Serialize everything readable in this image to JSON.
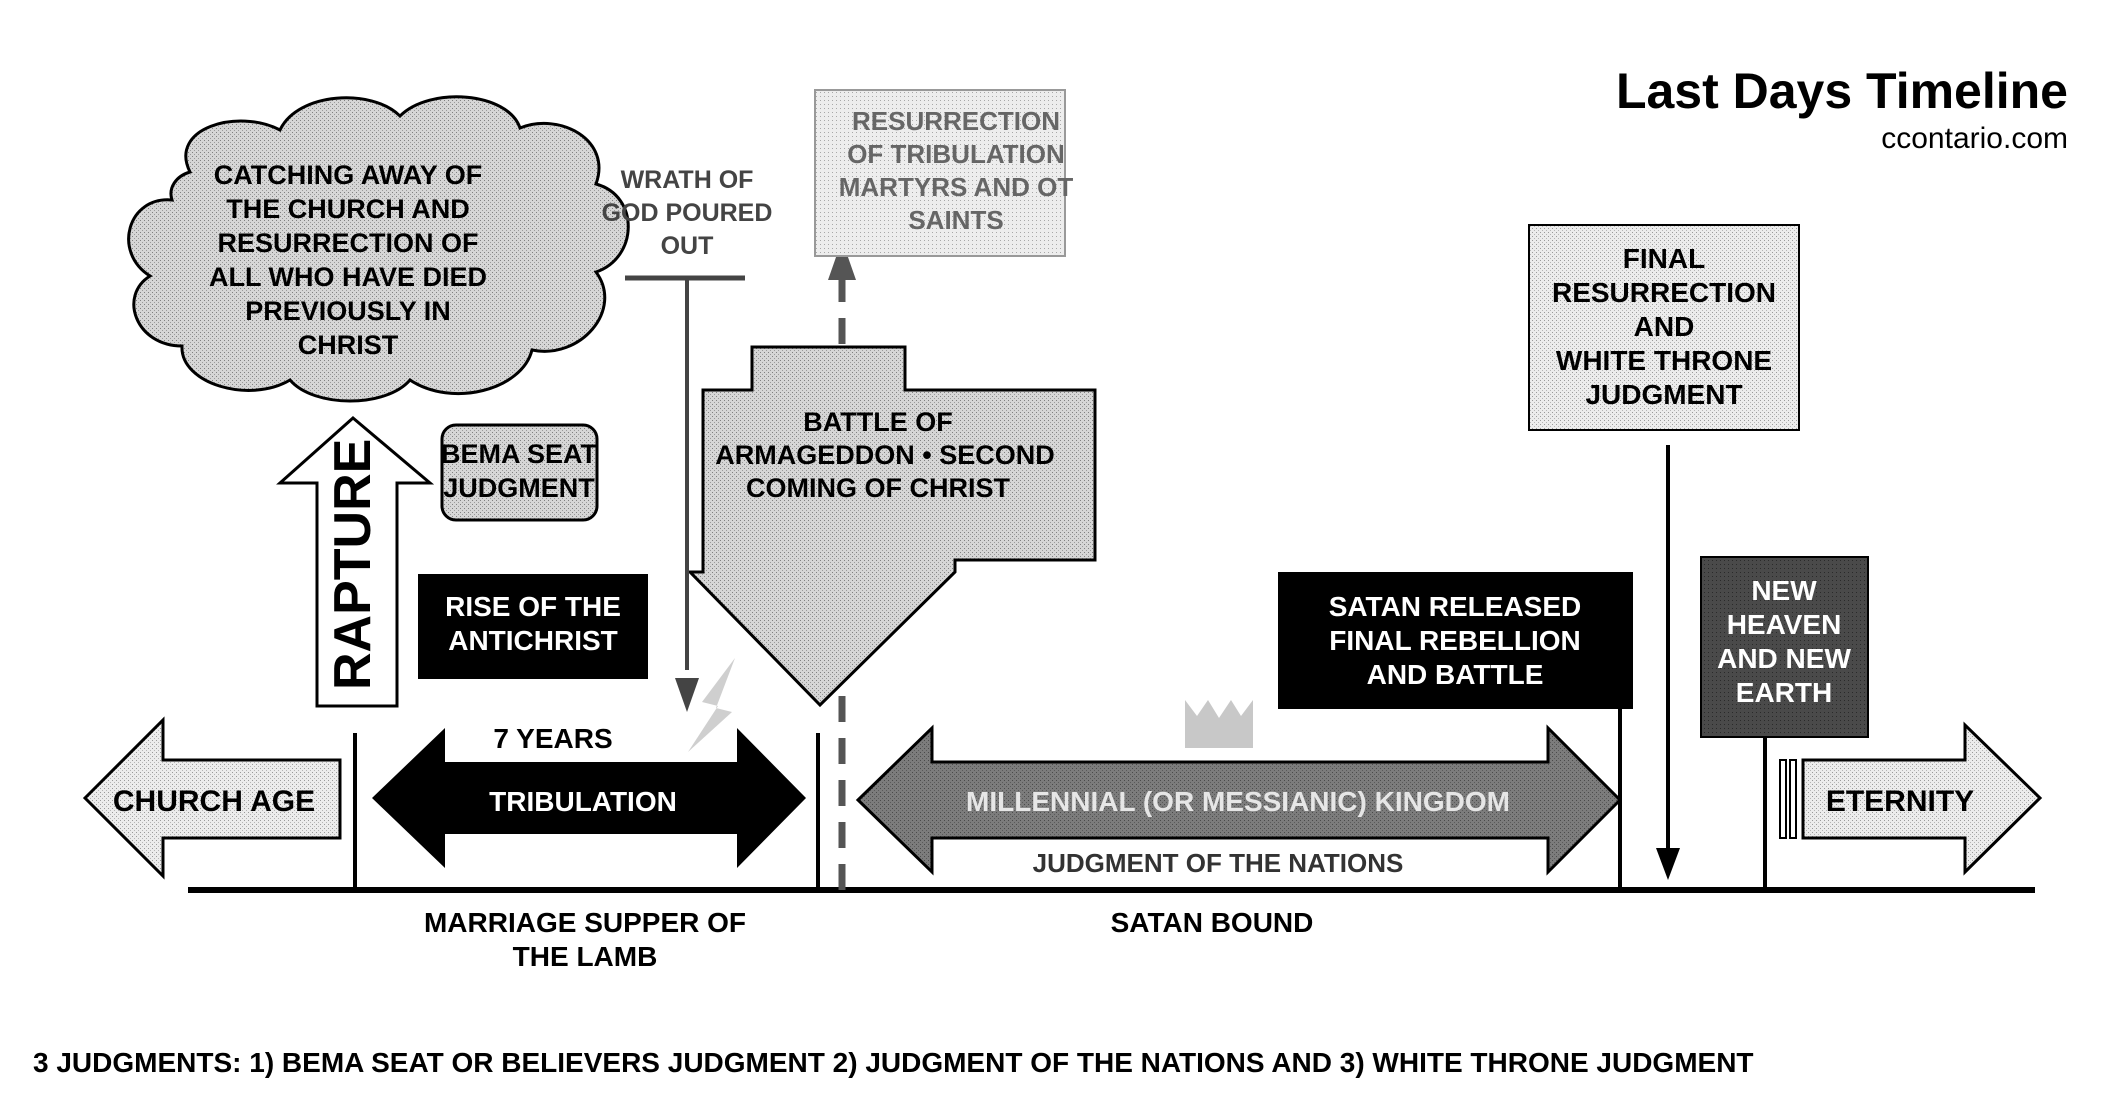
{
  "title": "Last Days Timeline",
  "subtitle": "ccontario.com",
  "colors": {
    "black": "#000000",
    "light_fill": "#e8e8e8",
    "mid_fill": "#d4d4d4",
    "dark_fill": "#444444",
    "millennial_fill": "#7a7a7a",
    "gray_text": "#555555",
    "crown": "#c8c8c8",
    "lightning": "#cfcfcf"
  },
  "labels": {
    "rapture_cloud": [
      "CATCHING AWAY OF",
      "THE CHURCH AND",
      "RESURRECTION OF",
      "ALL WHO HAVE DIED",
      "PREVIOUSLY IN",
      "CHRIST"
    ],
    "rapture": "RAPTURE",
    "bema": [
      "BEMA SEAT",
      "JUDGMENT"
    ],
    "wrath": [
      "WRATH OF",
      "GOD POURED",
      "OUT"
    ],
    "resurrection_martyrs": [
      "RESURRECTION",
      "OF TRIBULATION",
      "MARTYRS AND OT",
      "SAINTS"
    ],
    "armageddon": [
      "BATTLE OF",
      "ARMAGEDDON • SECOND",
      "COMING OF CHRIST"
    ],
    "antichrist": [
      "RISE OF THE",
      "ANTICHRIST"
    ],
    "final_resurrection": [
      "FINAL",
      "RESURRECTION",
      "AND",
      "WHITE THRONE",
      "JUDGMENT"
    ],
    "satan_released": [
      "SATAN RELEASED",
      "FINAL REBELLION",
      "AND BATTLE"
    ],
    "new_heaven": [
      "NEW",
      "HEAVEN",
      "AND NEW",
      "EARTH"
    ],
    "church_age": "CHURCH AGE",
    "seven_years": "7 YEARS",
    "tribulation": "TRIBULATION",
    "millennial": "MILLENNIAL (OR MESSIANIC) KINGDOM",
    "judgment_nations": "JUDGMENT OF THE NATIONS",
    "eternity": "ETERNITY",
    "marriage_supper": [
      "MARRIAGE SUPPER OF",
      "THE LAMB"
    ],
    "satan_bound": "SATAN BOUND",
    "footnote": "3 JUDGMENTS: 1) BEMA SEAT OR BELIEVERS JUDGMENT 2) JUDGMENT OF THE NATIONS AND 3) WHITE THRONE JUDGMENT"
  }
}
